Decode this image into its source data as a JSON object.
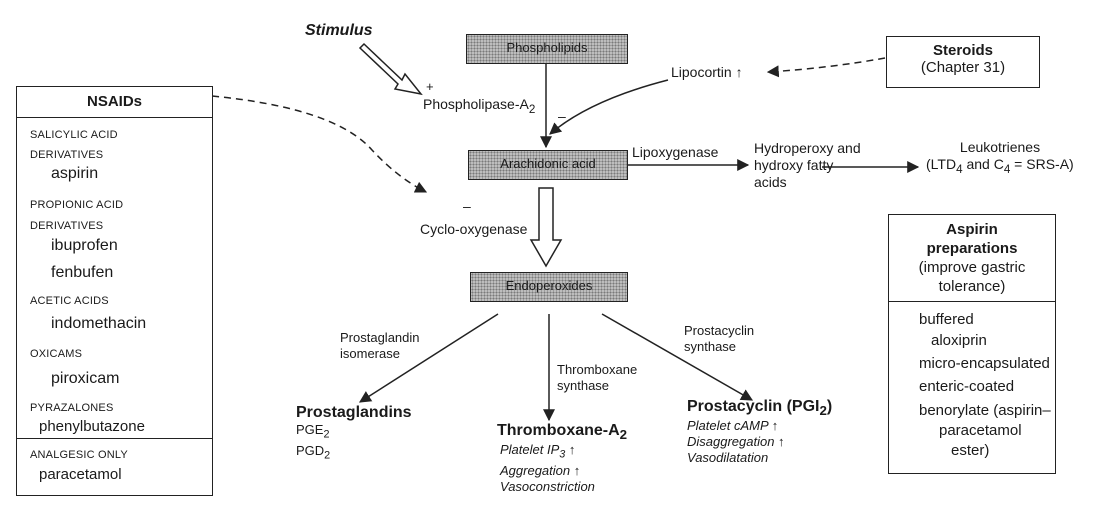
{
  "stimulus": "Stimulus",
  "phospholipase": {
    "plus": "+",
    "label": "Phospholipase-A",
    "sub": "2",
    "minus": "–"
  },
  "phospholipids": "Phospholipids",
  "lipocortin": {
    "label": "Lipocortin",
    "arrow": "↑"
  },
  "steroids": {
    "title": "Steroids",
    "chapter": "(Chapter 31)"
  },
  "arachidonic": "Arachidonic acid",
  "lipoxygenase": "Lipoxygenase",
  "hydroperoxy": {
    "line1": "Hydroperoxy and",
    "line2": "hydroxy fatty",
    "line3": "acids"
  },
  "leukotrienes": {
    "line1": "Leukotrienes",
    "open": "(LTD",
    "sub1": "4",
    "mid": " and C",
    "sub2": "4",
    "close": " = SRS-A)"
  },
  "cyclo": {
    "minus": "–",
    "label": "Cyclo-oxygenase"
  },
  "endoperoxides": "Endoperoxides",
  "isomerase": {
    "line1": "Prostaglandin",
    "line2": "isomerase"
  },
  "thromboxane_synthase": {
    "line1": "Thromboxane",
    "line2": "synthase"
  },
  "prostacyclin_synthase": {
    "line1": "Prostacyclin",
    "line2": "synthase"
  },
  "prostaglandins": {
    "title": "Prostaglandins",
    "pge": "PGE",
    "pge_sub": "2",
    "pgd": "PGD",
    "pgd_sub": "2"
  },
  "thromboxane": {
    "title": "Thromboxane-A",
    "title_sub": "2",
    "l1": "Platelet IP",
    "l1_sub": "3",
    "l1_arrow": " ↑",
    "l2": "Aggregation ↑",
    "l3": "Vasoconstriction"
  },
  "prostacyclin": {
    "title": "Prostacyclin (PGI",
    "title_sub": "2",
    "title_close": ")",
    "l1": "Platelet cAMP ↑",
    "l2": "Disaggregation ↑",
    "l3": "Vasodilatation"
  },
  "nsaids": {
    "title": "NSAIDs",
    "salicylic_1": "SALICYLIC ACID",
    "salicylic_2": "DERIVATIVES",
    "aspirin": "aspirin",
    "propionic_1": "PROPIONIC ACID",
    "propionic_2": "DERIVATIVES",
    "ibuprofen": "ibuprofen",
    "fenbufen": "fenbufen",
    "acetic": "ACETIC ACIDS",
    "indomethacin": "indomethacin",
    "oxicams": "OXICAMS",
    "piroxicam": "piroxicam",
    "pyrazalones": "PYRAZALONES",
    "phenylbutazone": "phenylbutazone",
    "analgesic": "ANALGESIC ONLY",
    "paracetamol": "paracetamol"
  },
  "aspirin_prep": {
    "title1": "Aspirin",
    "title2": "preparations",
    "sub1": "(improve gastric",
    "sub2": "tolerance)",
    "items": [
      "buffered",
      "aloxiprin",
      "micro-encapsulated",
      "enteric-coated",
      "benorylate (aspirin–",
      "paracetamol",
      "ester)"
    ]
  }
}
